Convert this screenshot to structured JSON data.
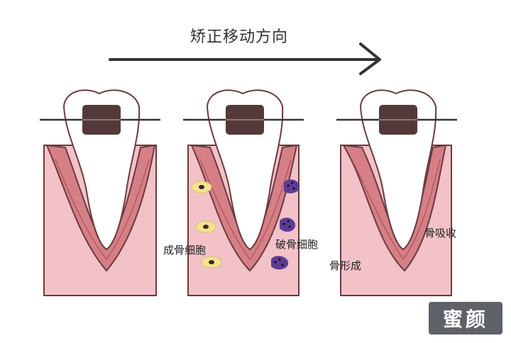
{
  "diagram": {
    "title": "矫正移动方向",
    "labels": {
      "osteoblast": "成骨细胞",
      "osteoclast": "破骨细胞",
      "bone_formation": "骨形成",
      "bone_resorption": "骨吸收"
    },
    "watermark": "蜜颜",
    "colors": {
      "bone": "#f3c2c8",
      "outline": "#6a3b3e",
      "gum": "#d67f86",
      "gum_dark": "#b25b63",
      "bracket": "#54393b",
      "osteoblast_cell": "#f4e292",
      "osteoclast_cell": "#5c3d92",
      "arrow": "#333333",
      "watermark_bg": "#5f6168"
    }
  }
}
